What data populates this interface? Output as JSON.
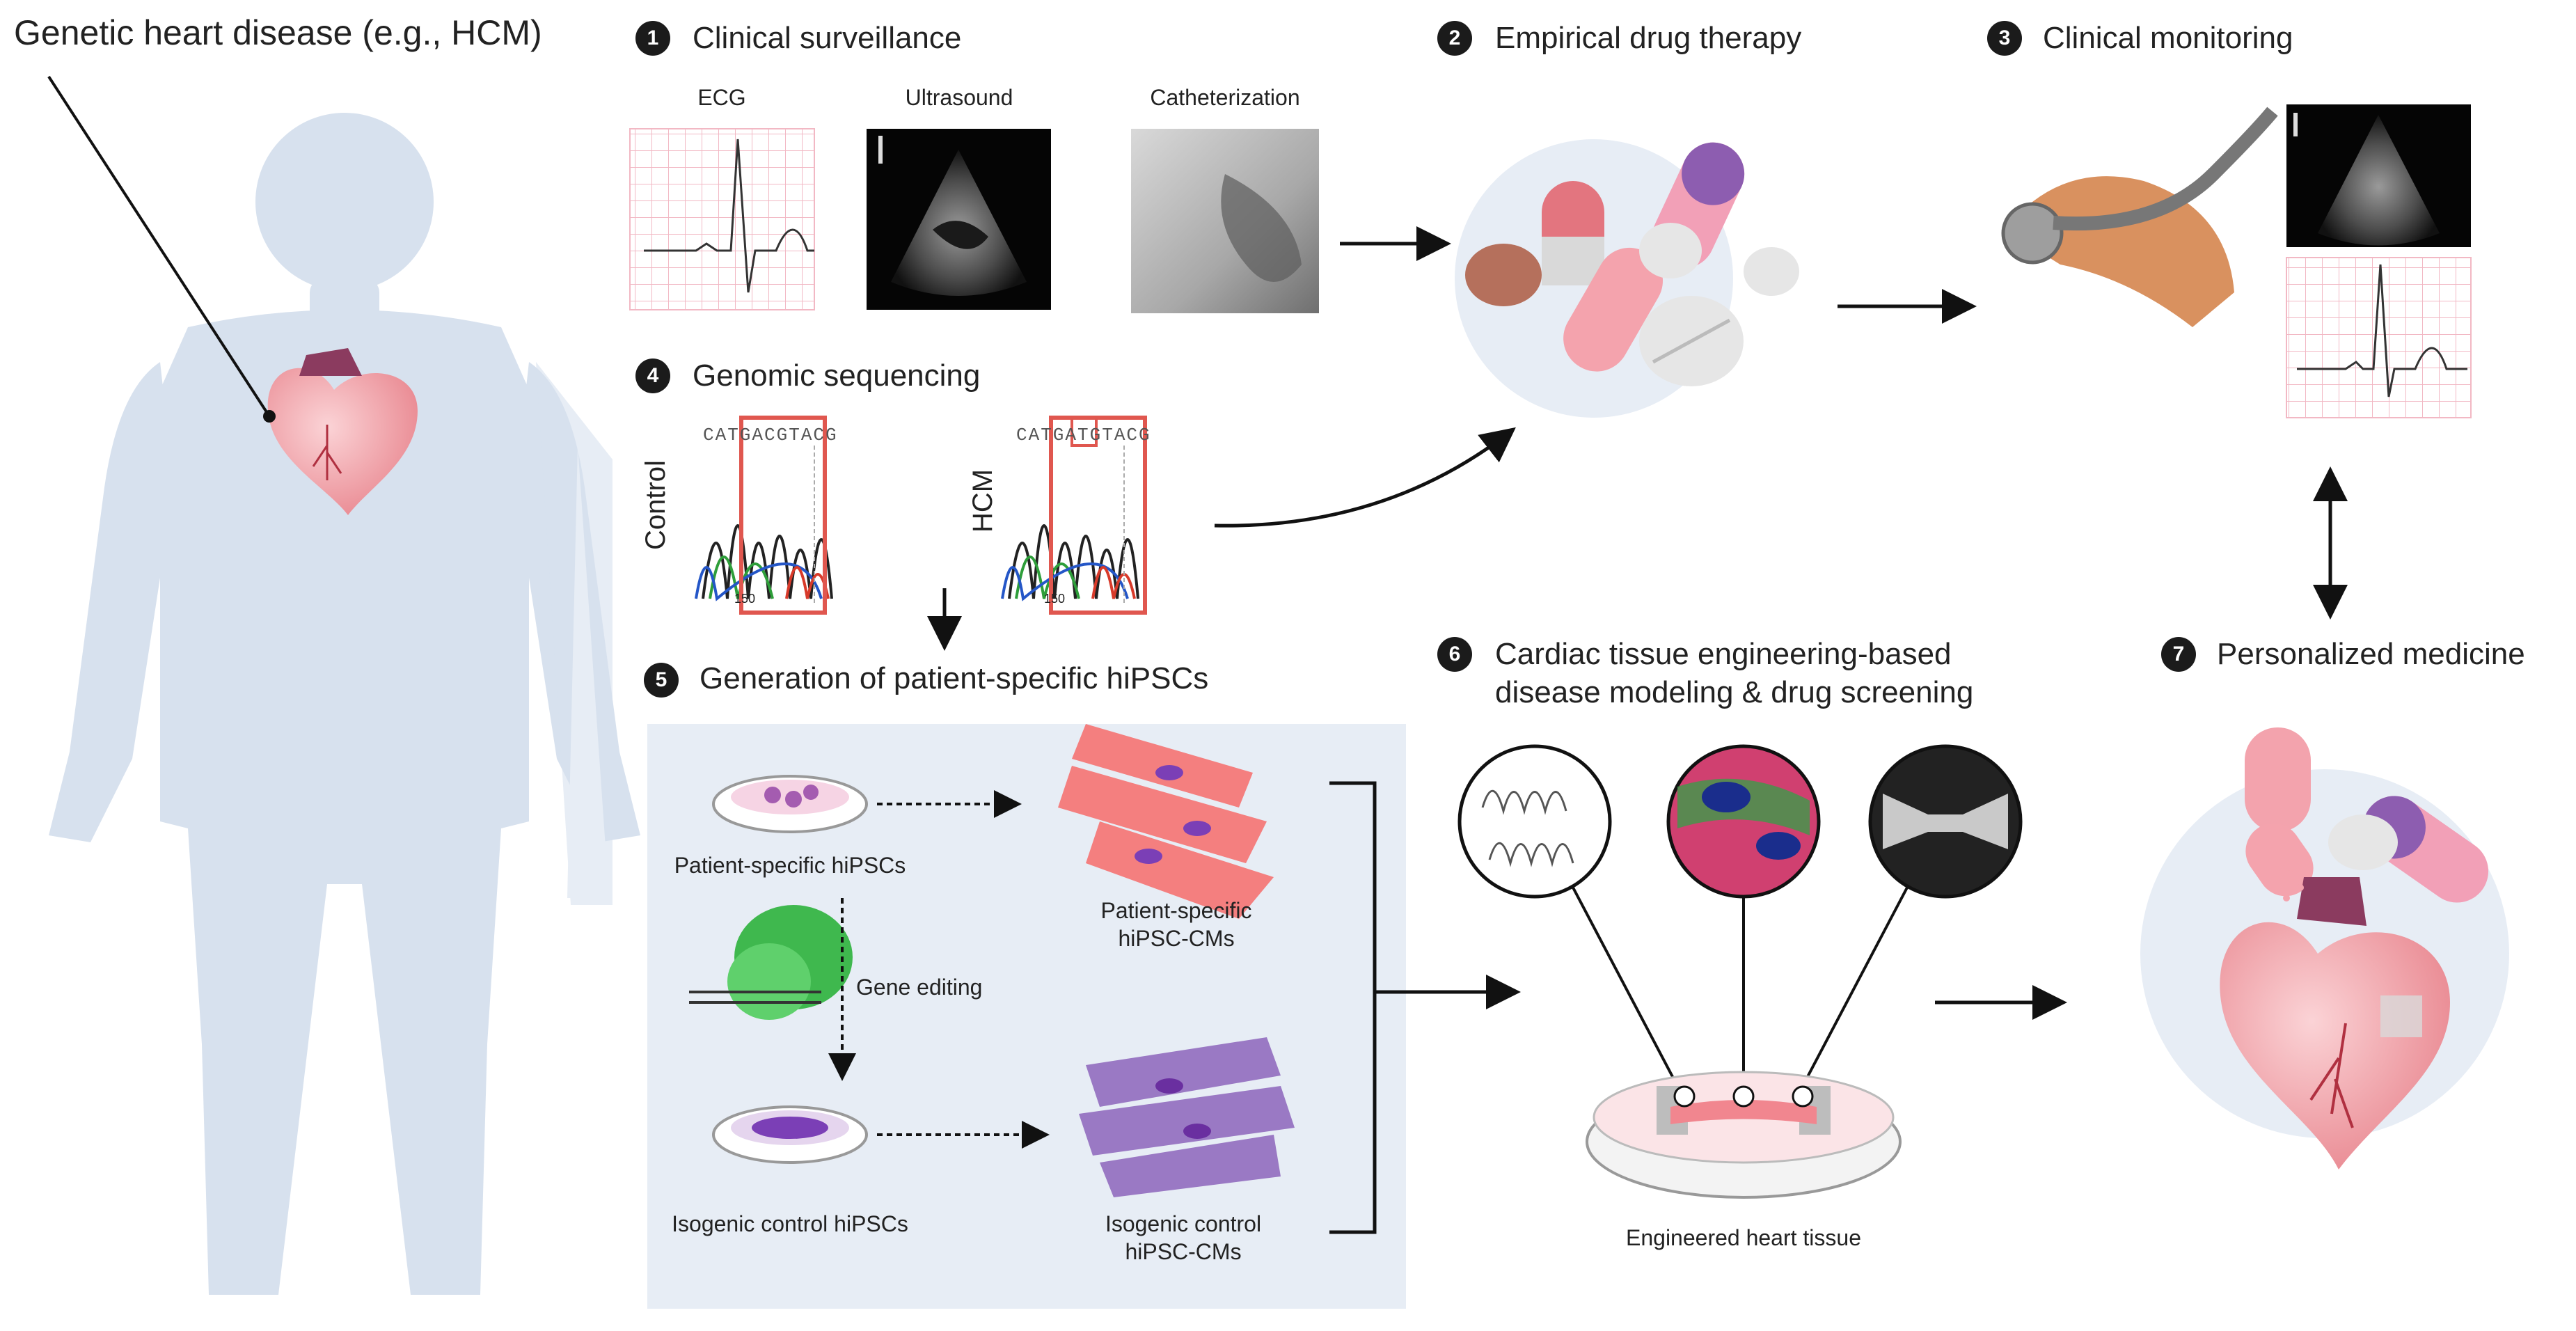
{
  "main_title": "Genetic heart disease (e.g., HCM)",
  "steps": [
    {
      "num": "1",
      "label": "Clinical surveillance"
    },
    {
      "num": "2",
      "label": "Empirical drug therapy"
    },
    {
      "num": "3",
      "label": "Clinical monitoring"
    },
    {
      "num": "4",
      "label": "Genomic sequencing"
    },
    {
      "num": "5",
      "label": "Generation of patient-specific hiPSCs"
    },
    {
      "num": "6",
      "label_line1": "Cardiac tissue engineering-based",
      "label_line2": "disease modeling & drug screening"
    },
    {
      "num": "7",
      "label": "Personalized medicine"
    }
  ],
  "surveillance": {
    "ecg": "ECG",
    "ultrasound": "Ultrasound",
    "catheterization": "Catheterization"
  },
  "sequencing": {
    "control_label": "Control",
    "hcm_label": "HCM",
    "control_seq": "CATGACGTACG",
    "hcm_seq_a": "CATGA",
    "hcm_seq_mut": "T",
    "hcm_seq_b": "GTACG",
    "tick": "150"
  },
  "hipsc": {
    "patient_hipscs": "Patient-specific hiPSCs",
    "patient_cms_1": "Patient-specific",
    "patient_cms_2": "hiPSC-CMs",
    "gene_editing": "Gene editing",
    "isogenic_hipscs": "Isogenic control hiPSCs",
    "isogenic_cms_1": "Isogenic control",
    "isogenic_cms_2": "hiPSC-CMs"
  },
  "tissue": {
    "engineered": "Engineered heart tissue"
  },
  "colors": {
    "silhouette": "#d7e1ee",
    "panel": "#e7edf5",
    "red": "#e0574f",
    "pink": "#f4a3ad",
    "purple": "#8d5db0",
    "gray": "#c7c7c7"
  }
}
